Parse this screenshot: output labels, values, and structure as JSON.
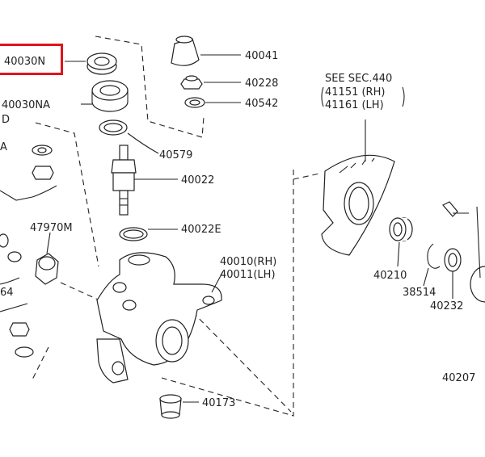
{
  "highlight": {
    "color": "#e0141c"
  },
  "labels": {
    "p40030N": "40030N",
    "p40030NA": "40030NA",
    "p40041": "40041",
    "p40228": "40228",
    "p40542": "40542",
    "p40579": "40579",
    "p40022": "40022",
    "p40022E": "40022E",
    "p47970M": "47970M",
    "p40010_rh": "40010(RH)",
    "p40011_lh": "40011(LH)",
    "p40173": "40173",
    "see_sec": "SEE SEC.440",
    "p41151_rh": "41151 (RH)",
    "p41161_lh": "41161 (LH)",
    "p40210": "40210",
    "p38514": "38514",
    "p40232": "40232",
    "p40207": "40207",
    "cut_D": "D",
    "cut_A": "A",
    "cut_64": "64"
  }
}
